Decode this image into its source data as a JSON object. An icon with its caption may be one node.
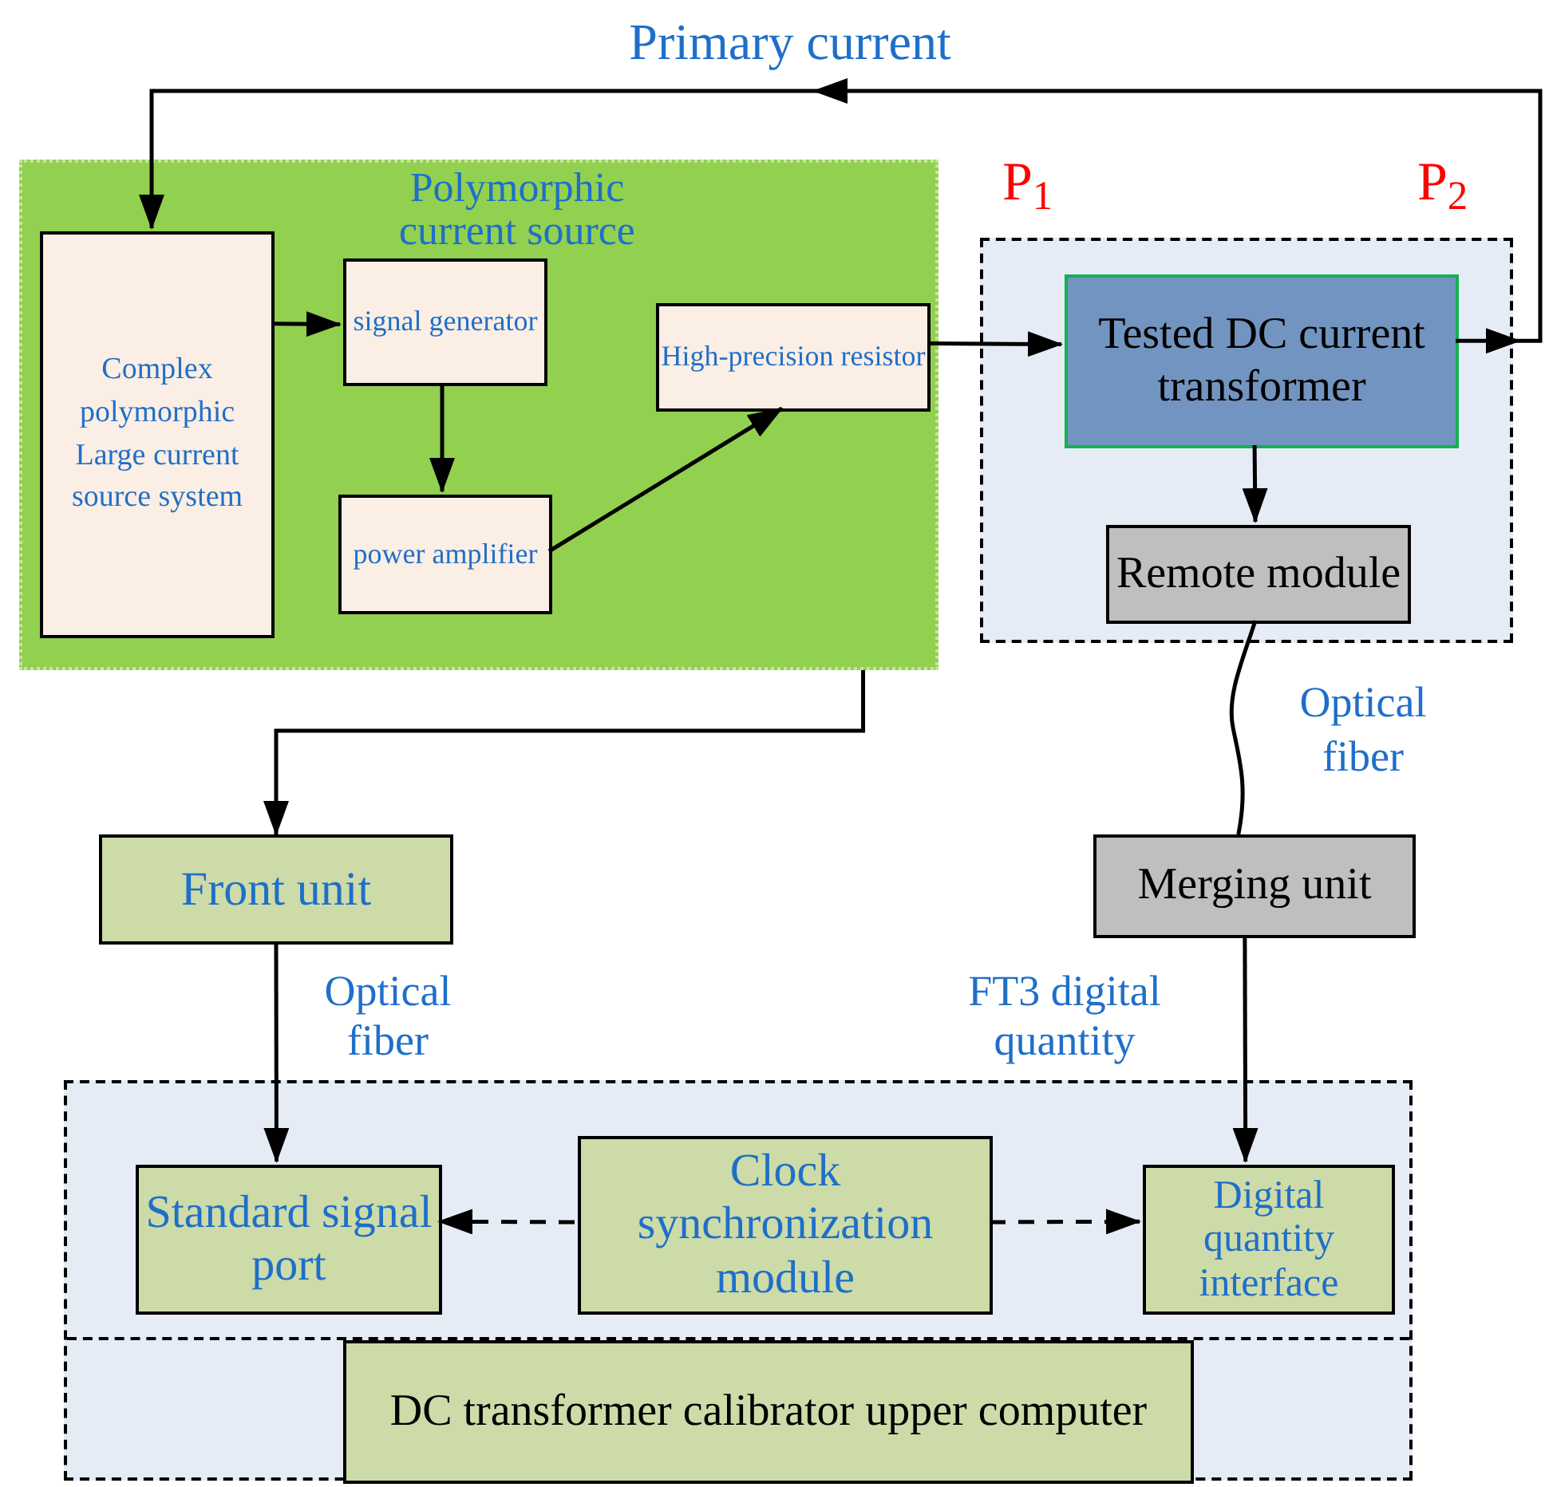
{
  "diagram": {
    "nodes": [
      {
        "text": [
          "Polymorphic current source"
        ]
      },
      {
        "text": [
          "Complex polymorphic Large current source system"
        ],
        "in": 0
      },
      {
        "text": [
          "signal generator"
        ],
        "in": 0
      },
      {
        "text": [
          "power amplifier"
        ],
        "in": 0
      },
      {
        "text": [
          "High-precision resistor"
        ],
        "in": 0
      },
      {
        "text": [],
        "shape": "box"
      },
      {
        "text": [
          "Tested DC current transformer"
        ],
        "in": 5
      },
      {
        "text": [
          "Remote module"
        ],
        "in": 5
      },
      {
        "text": [
          "Front unit"
        ]
      },
      {
        "text": [
          "Merging unit"
        ]
      },
      {
        "text": [],
        "shape": "box"
      },
      {
        "text": [
          "Standard signal port"
        ],
        "in": 10
      },
      {
        "text": [
          "Clock synchronization module"
        ],
        "in": 10
      },
      {
        "text": [
          "Digital quantity interface"
        ],
        "in": 10
      },
      {
        "text": [
          "DC transformer calibrator upper computer"
        ],
        "in": 10
      }
    ],
    "edges": [
      {
        "from": 6,
        "to": 1,
        "arrow": "to",
        "label": "Primary current"
      },
      {
        "from": 1,
        "to": 2,
        "arrow": "to"
      },
      {
        "from": 2,
        "to": 3,
        "arrow": "to"
      },
      {
        "from": 3,
        "to": 4,
        "arrow": "to"
      },
      {
        "from": 4,
        "to": 6,
        "arrow": "to"
      },
      {
        "from": 6,
        "to": 7,
        "arrow": "to"
      },
      {
        "from": 7,
        "to": 9,
        "arrow": "none",
        "label": "Optical fiber"
      },
      {
        "from": 0,
        "to": 8,
        "arrow": "to"
      },
      {
        "from": 8,
        "to": 11,
        "arrow": "to",
        "label": "Optical fiber"
      },
      {
        "from": 9,
        "to": 13,
        "arrow": "to",
        "label": "FT3 digital quantity"
      },
      {
        "from": 12,
        "to": 11,
        "arrow": "to",
        "style": "dashed"
      },
      {
        "from": 12,
        "to": 13,
        "arrow": "to",
        "style": "dashed"
      }
    ],
    "labels": [
      "P$_{1}$",
      "P$_{2}$"
    ]
  }
}
